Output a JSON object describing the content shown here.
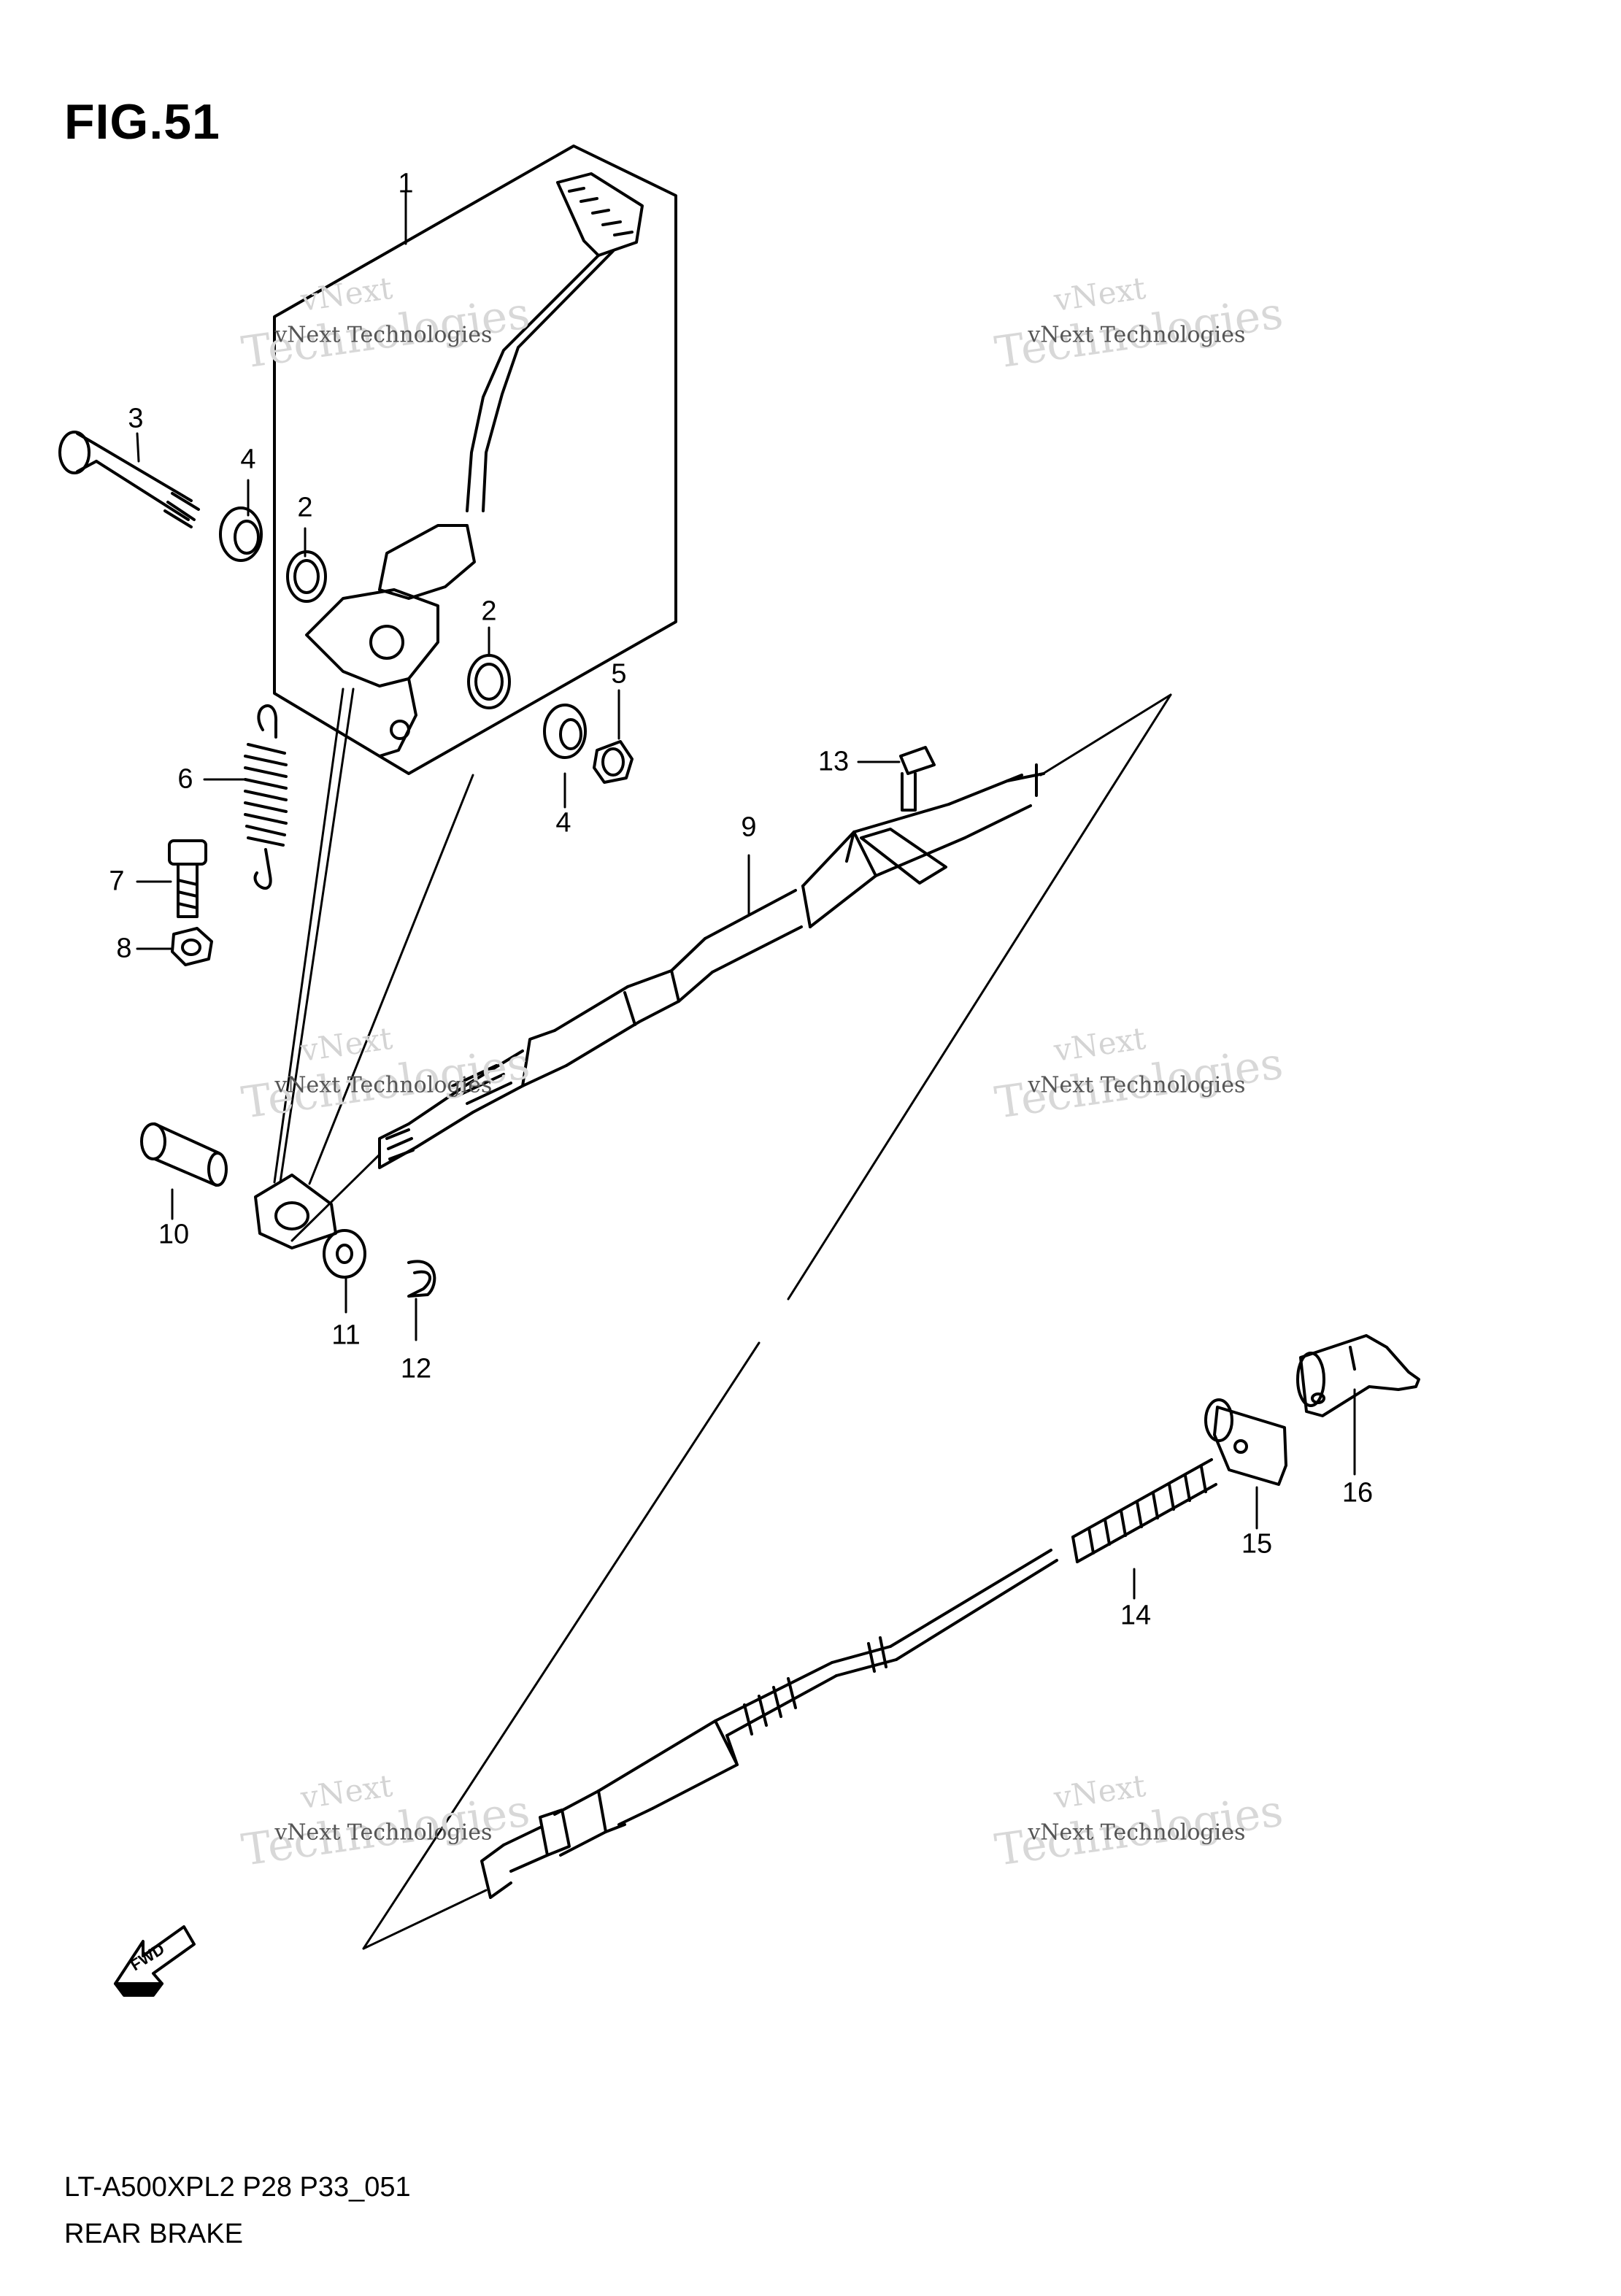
{
  "figure": {
    "title": "FIG.51"
  },
  "callouts": {
    "c1": "1",
    "c2a": "2",
    "c2b": "2",
    "c3": "3",
    "c4a": "4",
    "c4b": "4",
    "c5": "5",
    "c6": "6",
    "c7": "7",
    "c8": "8",
    "c9": "9",
    "c10": "10",
    "c11": "11",
    "c12": "12",
    "c13": "13",
    "c14": "14",
    "c15": "15",
    "c16": "16"
  },
  "watermark": {
    "line1": "vNext",
    "line2": "vNext Technologies",
    "line3": "Technologies"
  },
  "direction_marker": {
    "label": "FWD",
    "icon": "fwd-arrow-icon"
  },
  "footer": {
    "code": "LT-A500XPL2 P28 P33_051",
    "caption": "REAR BRAKE"
  }
}
